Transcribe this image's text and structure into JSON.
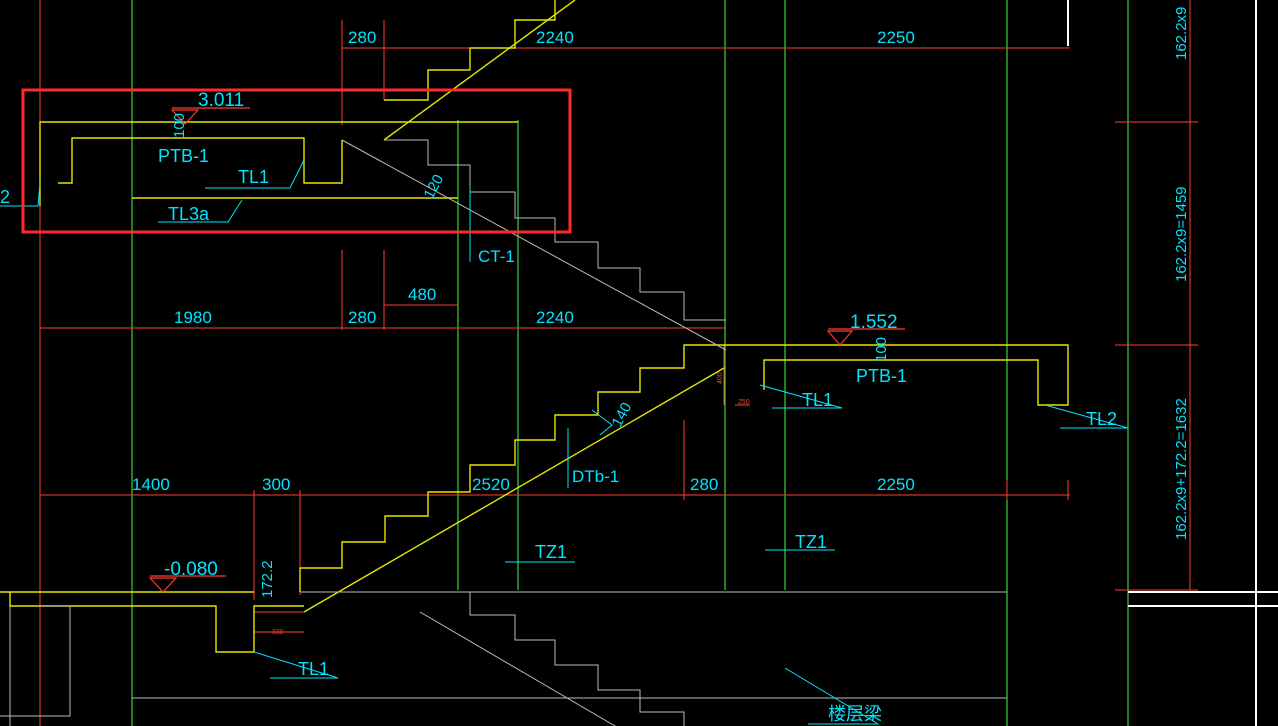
{
  "colors": {
    "background": "#000000",
    "stair_line": "#e6e600",
    "axis_line": "#3cff3c",
    "dimension": "#ff3b30",
    "text": "#00e5ff",
    "border": "#ffffff",
    "selection": "#ff2a2a",
    "structure": "#bbbbbb"
  },
  "dimensions": {
    "top_280": "280",
    "top_2240": "2240",
    "top_2250": "2250",
    "mid_1980": "1980",
    "mid_280": "280",
    "mid_480": "480",
    "mid_2240": "2240",
    "low_1400": "1400",
    "low_300": "300",
    "low_2520": "2520",
    "low_280": "280",
    "low_2250": "2250",
    "rise_1722": "172.2",
    "small_330": "330",
    "small_400": "400",
    "small_250": "250"
  },
  "vertical_dims": {
    "top": "162.2x9",
    "middle": "162.2x9=1459",
    "bottom": "162.2x9+172.2=1632"
  },
  "elevations": {
    "upper": "3.011",
    "middle": "1.552",
    "lower": "-0.080"
  },
  "labels": {
    "ptb_upper": "PTB-1",
    "ptb_mid": "PTB-1",
    "thick_upper": "100",
    "thick_mid": "100",
    "tl1_upper": "TL1",
    "tl3a": "TL3a",
    "tl2_left": "2",
    "ct1": "CT-1",
    "slab_120": "120",
    "slab_140": "140",
    "dtb1": "DTb-1",
    "tl1_mid": "TL1",
    "tl2_right": "TL2",
    "tz1_left": "TZ1",
    "tz1_right": "TZ1",
    "tl1_lower": "TL1",
    "floor_beam": "楼层梁"
  }
}
